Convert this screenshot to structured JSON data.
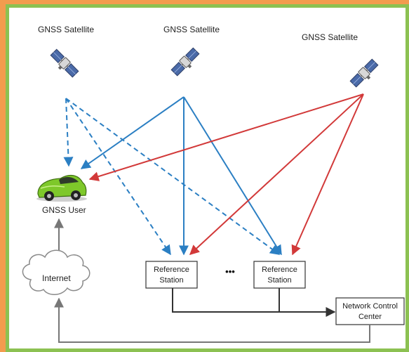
{
  "satellites": [
    {
      "label": "GNSS  Satellite"
    },
    {
      "label": "GNSS Satellite"
    },
    {
      "label": "GNSS  Satellite"
    }
  ],
  "nodes": {
    "gnss_user": "GNSS User",
    "internet": "Internet",
    "reference_station_1": [
      "Reference",
      "Station"
    ],
    "reference_station_2": [
      "Reference",
      "Station"
    ],
    "ellipsis": "•••",
    "network_control_center": [
      "Network Control",
      "Center"
    ]
  },
  "colors": {
    "outer_border": "#f39c4e",
    "inner_border": "#8cc152",
    "blue_link": "#2b7fc3",
    "red_link": "#d23939",
    "wire": "#333333",
    "gray_wire": "#777777",
    "car_body": "#7ec82a"
  },
  "icons": [
    "satellite-icon",
    "car-icon",
    "cloud-icon"
  ]
}
